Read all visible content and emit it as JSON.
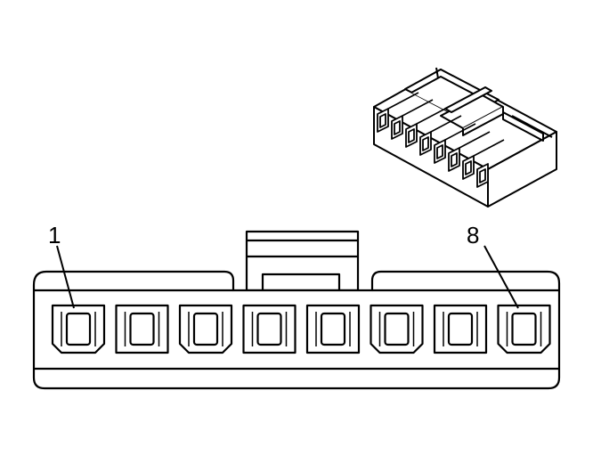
{
  "diagram": {
    "pin_labels": {
      "first": "1",
      "last": "8"
    },
    "cavity_count": 8,
    "line_color": "#000000",
    "fill_color": "#ffffff"
  }
}
